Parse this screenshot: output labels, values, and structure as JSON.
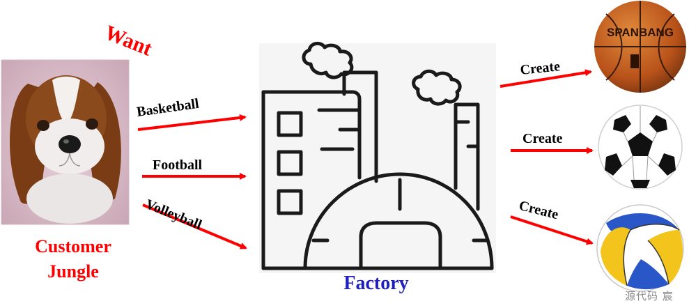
{
  "labels": {
    "want": "Want",
    "customer_line1": "Customer",
    "customer_line2": "Jungle",
    "factory": "Factory",
    "request_basketball": "Basketball",
    "request_football": "Football",
    "request_volleyball": "Volleyball",
    "create_1": "Create",
    "create_2": "Create",
    "create_3": "Create",
    "basketball_brand": "SPANBANG",
    "watermark": "源代码 宸"
  },
  "colors": {
    "arrow": "#ff0000",
    "customer_text": "#ff0000",
    "factory_text": "#1f1fbf",
    "factory_bg": "#f5f5f5"
  },
  "icons": [
    "plush-dog-image",
    "factory-icon",
    "basketball-image",
    "football-image",
    "volleyball-image"
  ]
}
